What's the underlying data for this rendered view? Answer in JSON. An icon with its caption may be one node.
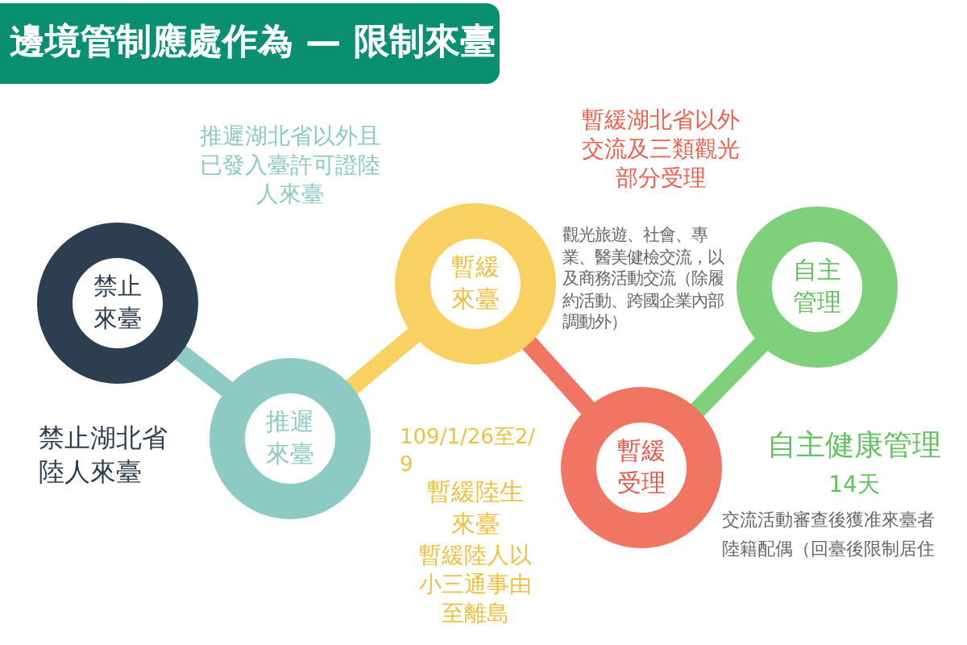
{
  "diagram": {
    "title": "邊境管制應處作為 — 限制來臺",
    "nodes": [
      {
        "text": [
          "禁止來臺"
        ],
        "beside": [
          "禁止湖北省陸人來臺"
        ]
      },
      {
        "text": [
          "推遲來臺"
        ]
      },
      {
        "text": [
          "暫緩來臺"
        ],
        "beside": [
          "109/1/26至2/9",
          "暫緩陸生來臺",
          "暫緩陸人以小三通事由至離島"
        ]
      },
      {
        "text": [
          "暫緩受理"
        ]
      },
      {
        "text": [
          "自主管理"
        ],
        "beside": [
          "自主健康管理",
          "14天",
          "交流活動審查後獲准來臺者",
          "陸籍配偶（回臺後限制居住"
        ]
      }
    ],
    "edges": [
      {
        "from": 0,
        "to": 1,
        "arrow": "none",
        "color": "#8ecac4"
      },
      {
        "from": 1,
        "to": 2,
        "arrow": "none",
        "color": "#f9d162"
      },
      {
        "from": 2,
        "to": 3,
        "arrow": "none",
        "color": "#f07562"
      },
      {
        "from": 3,
        "to": 4,
        "arrow": "none",
        "color": "#7ed07a"
      }
    ],
    "labels": [
      "推遲湖北省以外且已發入臺許可證陸人來臺",
      "暫緩湖北省以外交流及三類觀光部分受理",
      "觀光旅遊、社會、專業、醫美健檢交流，以及商務活動交流（除履約活動、跨國企業內部調動外）"
    ]
  }
}
